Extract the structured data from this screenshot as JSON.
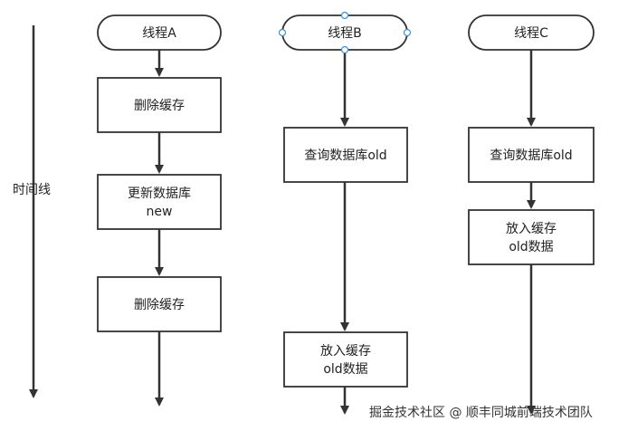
{
  "timeline": {
    "label": "时间线"
  },
  "threads": [
    {
      "title": "线程A",
      "steps": [
        {
          "lines": [
            "删除缓存"
          ]
        },
        {
          "lines": [
            "更新数据库",
            "new"
          ]
        },
        {
          "lines": [
            "删除缓存"
          ]
        }
      ]
    },
    {
      "title": "线程B",
      "steps": [
        {
          "lines": [
            "查询数据库old"
          ]
        },
        {
          "lines": [
            "放入缓存",
            "old数据"
          ]
        }
      ]
    },
    {
      "title": "线程C",
      "steps": [
        {
          "lines": [
            "查询数据库old"
          ]
        },
        {
          "lines": [
            "放入缓存",
            "old数据"
          ]
        }
      ]
    }
  ],
  "watermark": {
    "text": "掘金技术社区 @ 顺丰同城前端技术团队"
  },
  "colors": {
    "stroke": "#333333",
    "handle": "#3b8fd9"
  }
}
